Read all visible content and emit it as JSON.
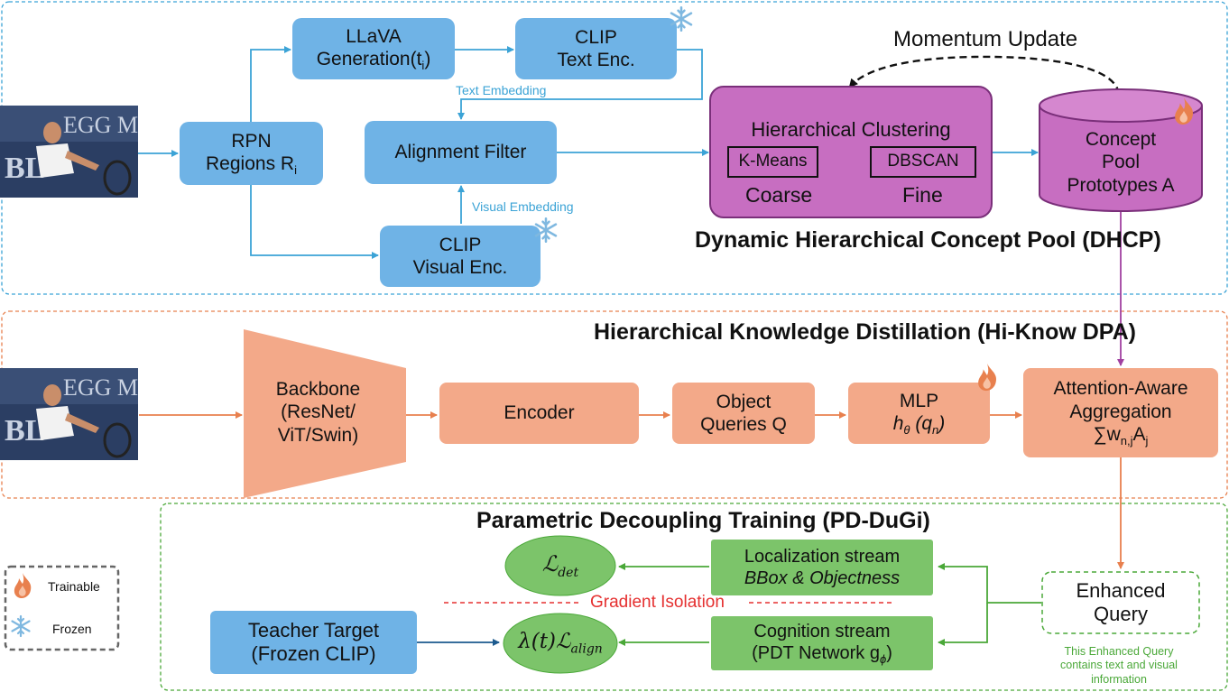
{
  "dhcp": {
    "llava_line1": "LLaVA",
    "llava_line2": "Generation(t",
    "llava_sub": "i",
    "llava_close": ")",
    "clip_text_line1": "CLIP",
    "clip_text_line2": "Text Enc.",
    "text_embedding": "Text Embedding",
    "rpn_line1": "RPN",
    "rpn_line2": "Regions R",
    "rpn_sub": "i",
    "alignment_filter": "Alignment Filter",
    "visual_embedding": "Visual Embedding",
    "clip_visual_line1": "CLIP",
    "clip_visual_line2": "Visual Enc.",
    "momentum_update": "Momentum Update",
    "hier_clustering": "Hierarchical Clustering",
    "kmeans": "K-Means",
    "dbscan": "DBSCAN",
    "coarse": "Coarse",
    "fine": "Fine",
    "concept_line1": "Concept",
    "concept_line2": "Pool",
    "concept_line3": "Prototypes A",
    "title": "Dynamic Hierarchical Concept Pool (DHCP)"
  },
  "hiknow": {
    "title": "Hierarchical Knowledge Distillation (Hi-Know DPA)",
    "backbone_line1": "Backbone",
    "backbone_line2": "(ResNet/",
    "backbone_line3": "ViT/Swin)",
    "encoder": "Encoder",
    "queries_line1": "Object",
    "queries_line2": "Queries Q",
    "mlp_line1": "MLP",
    "mlp_h": "h",
    "mlp_theta": "θ",
    "mlp_q": "(q",
    "mlp_n": "n",
    "mlp_close": ")",
    "agg_line1": "Attention-Aware",
    "agg_line2": "Aggregation",
    "agg_sum": "∑w",
    "agg_sub_nj": "n,j",
    "agg_A": "A",
    "agg_sub_j": "j"
  },
  "pd": {
    "title": "Parametric Decoupling Training (PD-DuGi)",
    "loc_line1": "Localization stream",
    "loc_line2": "BBox & Objectness",
    "cog_line1": "Cognition stream",
    "cog_line2": "(PDT Network g",
    "cog_sub": "ϕ",
    "cog_close": ")",
    "l_det": "ℒ",
    "l_det_sub": "det",
    "l_align_pre": "λ(t)ℒ",
    "l_align_sub": "align",
    "gradient_isolation": "Gradient Isolation",
    "teacher_line1": "Teacher Target",
    "teacher_line2": "(Frozen CLIP)",
    "enhanced_line1": "Enhanced",
    "enhanced_line2": "Query",
    "enhanced_note1": "This Enhanced Query",
    "enhanced_note2": "contains text and visual",
    "enhanced_note3": "information"
  },
  "legend": {
    "trainable": "Trainable",
    "frozen": "Frozen"
  },
  "icons": [
    "flame-icon",
    "snowflake-icon"
  ],
  "colors": {
    "blue_box": "#6fb3e6",
    "orange_box": "#f3a989",
    "green_box": "#7cc46a",
    "purple_box": "#c76ec1",
    "blue_arrow": "#3ba3d6",
    "orange_arrow": "#e8804e",
    "green_arrow": "#4aa838",
    "purple_arrow": "#a040a0",
    "gradient_red": "#e53030"
  }
}
